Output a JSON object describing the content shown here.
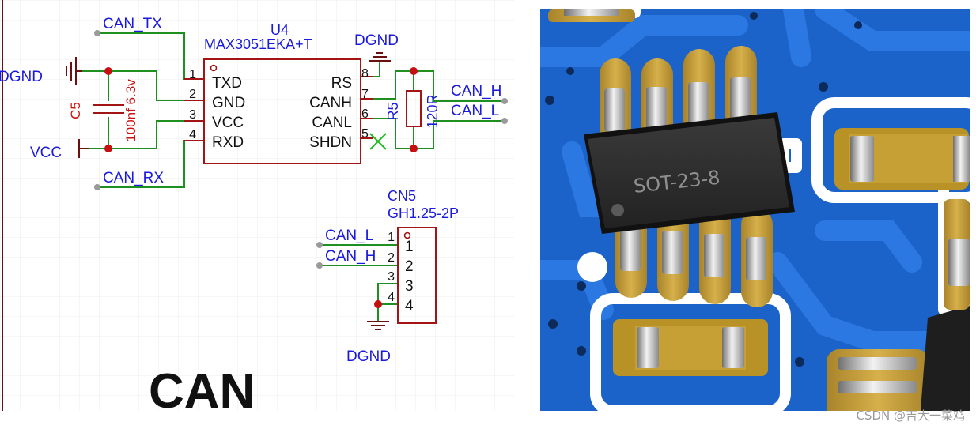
{
  "schematic": {
    "title": "CAN",
    "ic": {
      "ref": "U4",
      "part": "MAX3051EKA+T",
      "left_pins": [
        {
          "num": "1",
          "name": "TXD"
        },
        {
          "num": "2",
          "name": "GND"
        },
        {
          "num": "3",
          "name": "VCC"
        },
        {
          "num": "4",
          "name": "RXD"
        }
      ],
      "right_pins": [
        {
          "num": "8",
          "name": "RS"
        },
        {
          "num": "7",
          "name": "CANH"
        },
        {
          "num": "6",
          "name": "CANL"
        },
        {
          "num": "5",
          "name": "SHDN"
        }
      ]
    },
    "capacitor": {
      "ref": "C5",
      "value": "100nf 6.3v"
    },
    "resistor": {
      "ref": "R5",
      "value": "120R"
    },
    "connector": {
      "ref": "CN5",
      "part": "GH1.25-2P",
      "pins": [
        "1",
        "2",
        "3",
        "4"
      ],
      "pin_numbers_outside": [
        "1",
        "2",
        "3",
        "4"
      ]
    },
    "nets": {
      "can_tx": "CAN_TX",
      "can_rx": "CAN_RX",
      "dgnd_left": "DGND",
      "vcc": "VCC",
      "dgnd_top": "DGND",
      "can_h_right": "CAN_H",
      "can_l_right": "CAN_L",
      "can_l_conn": "CAN_L",
      "can_h_conn": "CAN_H",
      "dgnd_bottom": "DGND"
    },
    "colors": {
      "wire": "#1f8f1f",
      "part": "#a31515",
      "net_label": "#1a1adc"
    }
  },
  "pcb": {
    "package_label": "SOT-23-8",
    "colors": {
      "board": "#1b63c8",
      "trace": "#2b76e0",
      "silk": "#ffffff",
      "pad": "#c9a23a",
      "body": "#2b2b2b"
    }
  },
  "watermark": "CSDN @吉大一菜鸡"
}
